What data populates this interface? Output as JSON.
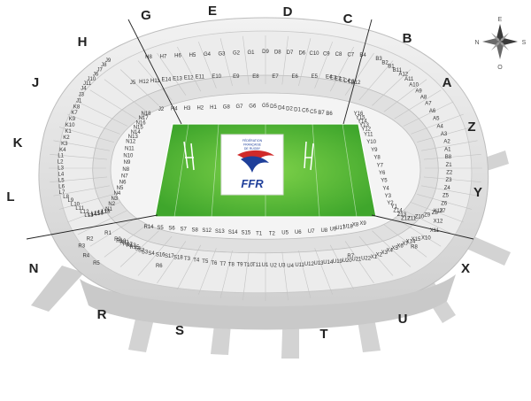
{
  "field": {
    "logo_text": "FFR",
    "logo_subtitle": [
      "FÉDÉRATION",
      "FRANÇAISE",
      "DE RUGBY"
    ],
    "colors": {
      "grass_dark": "#3fa62c",
      "grass_light": "#7fd24a",
      "logo_blue": "#1f3f9a",
      "logo_red": "#d02a2a"
    }
  },
  "compass": {
    "north": "N",
    "south": "S",
    "east": "E",
    "west": "O"
  },
  "gates": [
    "A",
    "B",
    "C",
    "D",
    "E",
    "G",
    "H",
    "J",
    "K",
    "L",
    "N",
    "R",
    "S",
    "T",
    "U",
    "X",
    "Y",
    "Z"
  ],
  "sections": {
    "top_upper": [
      "H8",
      "H7",
      "H6",
      "H5",
      "G4",
      "G3",
      "G2",
      "G1",
      "D9",
      "D8",
      "D7",
      "D6",
      "C10",
      "C9",
      "C8",
      "C7",
      "B4"
    ],
    "top_mid": [
      "J5",
      "H12",
      "H11",
      "E14",
      "E13",
      "E12",
      "E11",
      "E10",
      "E9",
      "E8",
      "E7",
      "E6",
      "E5",
      "E4",
      "E3",
      "E2",
      "E1",
      "C4",
      "C3",
      "B12"
    ],
    "top_lower": [
      "J2",
      "H4",
      "H3",
      "H2",
      "H1",
      "G8",
      "G7",
      "G6",
      "G5",
      "D5",
      "D4",
      "D2",
      "D1",
      "C6",
      "C5",
      "B7",
      "B6"
    ],
    "left": [
      "J9",
      "J8",
      "J7",
      "J6",
      "J10",
      "J11",
      "J4",
      "J3",
      "J1",
      "K8",
      "K7",
      "K9",
      "K10",
      "K1",
      "K2",
      "K3",
      "K4",
      "L1",
      "L2",
      "L3",
      "L4",
      "L5",
      "L6",
      "L7",
      "L8",
      "L9",
      "L10",
      "L11",
      "L12",
      "L13",
      "L14",
      "L15",
      "L16",
      "L17",
      "L18",
      "N1",
      "N2",
      "N3",
      "N4",
      "N5",
      "N6",
      "N7",
      "N8",
      "N9",
      "N10",
      "N11",
      "N12",
      "N13",
      "N14",
      "N15",
      "N16",
      "N17",
      "N18"
    ],
    "right": [
      "B3",
      "B2",
      "B1",
      "B11",
      "A12",
      "A11",
      "A10",
      "A9",
      "A8",
      "A7",
      "A6",
      "A5",
      "A4",
      "A3",
      "A2",
      "A1",
      "B8",
      "Z1",
      "Z2",
      "Z3",
      "Z4",
      "Z5",
      "Z6",
      "Z7",
      "Z8",
      "Z9",
      "Z10",
      "Z11",
      "Z12",
      "Z13",
      "Z14",
      "Y1",
      "Y2",
      "Y3",
      "Y4",
      "Y5",
      "Y6",
      "Y7",
      "Y8",
      "Y9",
      "Y10",
      "Y11",
      "Y12",
      "Y13",
      "Y14",
      "Y15",
      "Y16"
    ],
    "bottom_lower": [
      "R14",
      "S5",
      "S6",
      "S7",
      "S8",
      "S12",
      "S13",
      "S14",
      "S15",
      "T1",
      "T2",
      "U5",
      "U6",
      "U7",
      "U8",
      "U9",
      "U17",
      "U18",
      "X8",
      "X9"
    ],
    "bottom_mid": [
      "R9",
      "R10",
      "R11",
      "R12",
      "R13",
      "R15",
      "S1",
      "S2",
      "S3",
      "S4",
      "S16",
      "S17",
      "S18",
      "T3",
      "T4",
      "T5",
      "T6",
      "T7",
      "T8",
      "T9",
      "T10",
      "T11",
      "U1",
      "U2",
      "U3",
      "U4",
      "U11",
      "U12",
      "U13",
      "U14",
      "U19",
      "U20",
      "U21",
      "U22",
      "X1",
      "X2",
      "X3",
      "X4",
      "X5",
      "X6",
      "X7",
      "X14",
      "X15"
    ],
    "bottom_outer": [
      "R1",
      "R2",
      "R3",
      "R4",
      "R5",
      "R6",
      "R7",
      "R8",
      "X10",
      "X11",
      "X12",
      "X13"
    ]
  }
}
